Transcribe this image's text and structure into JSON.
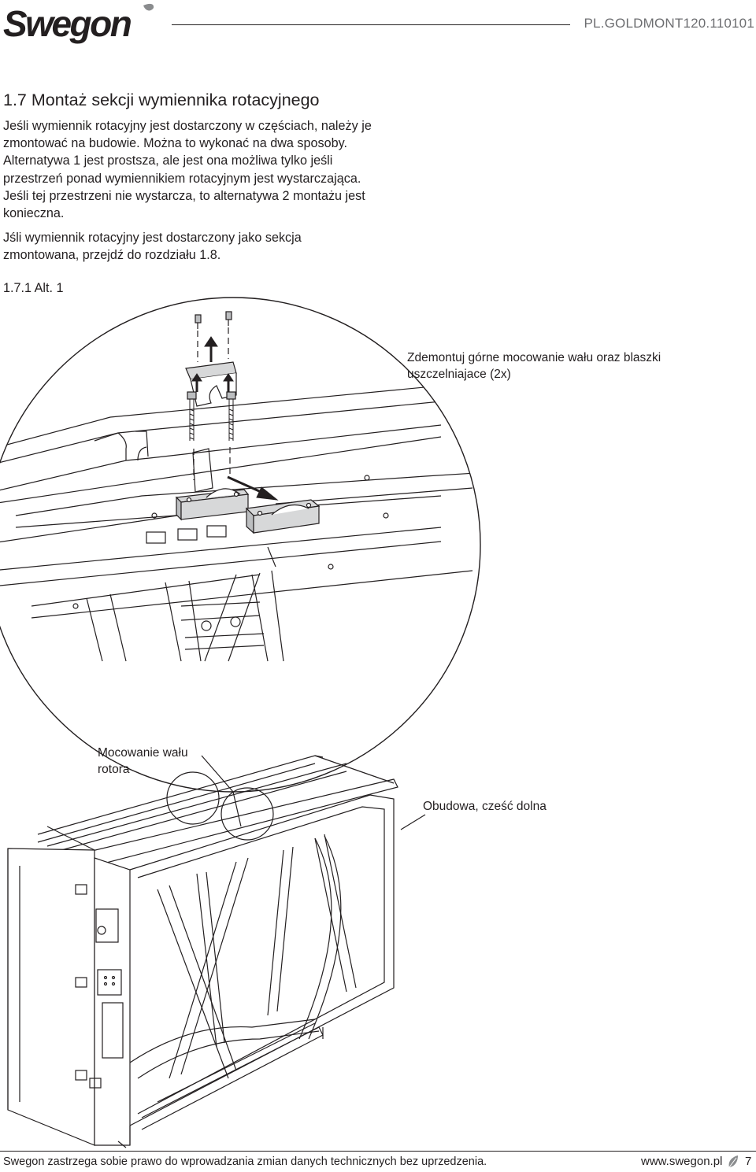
{
  "header": {
    "brand": "Swegon",
    "doc_code": "PL.GOLDMONT120.110101"
  },
  "section": {
    "title": "1.7 Montaż sekcji wymiennika rotacyjnego",
    "paragraph1": "Jeśli wymiennik rotacyjny jest dostarczony w częściach, należy je zmontować na budowie. Można to wykonać na dwa sposoby. Alternatywa 1 jest prostsza, ale jest ona możliwa tylko jeśli przestrzeń ponad wymiennikiem rotacyjnym jest wystarczająca. Jeśli tej przestrzeni nie wystarcza, to alternatywa 2 montażu jest konieczna.",
    "paragraph2": "Jśli wymiennik rotacyjny jest dostarczony jako sekcja zmontowana, przejdź do rozdziału 1.8.",
    "subsection": "1.7.1 Alt. 1"
  },
  "figure": {
    "callout_top": "Zdemontuj górne mocowanie wału oraz blaszki uszczelniajace (2x)",
    "callout_shaft": "Mocowanie wału rotora",
    "callout_housing": "Obudowa, cześć dolna"
  },
  "footer": {
    "note": "Swegon zastrzega sobie prawo do wprowadzania zmian danych technicznych bez uprzedzenia.",
    "url": "www.swegon.pl",
    "page": "7"
  },
  "colors": {
    "text": "#231f20",
    "doc_code": "#6d6e71",
    "leaf_icon": "#8a8c8e"
  }
}
